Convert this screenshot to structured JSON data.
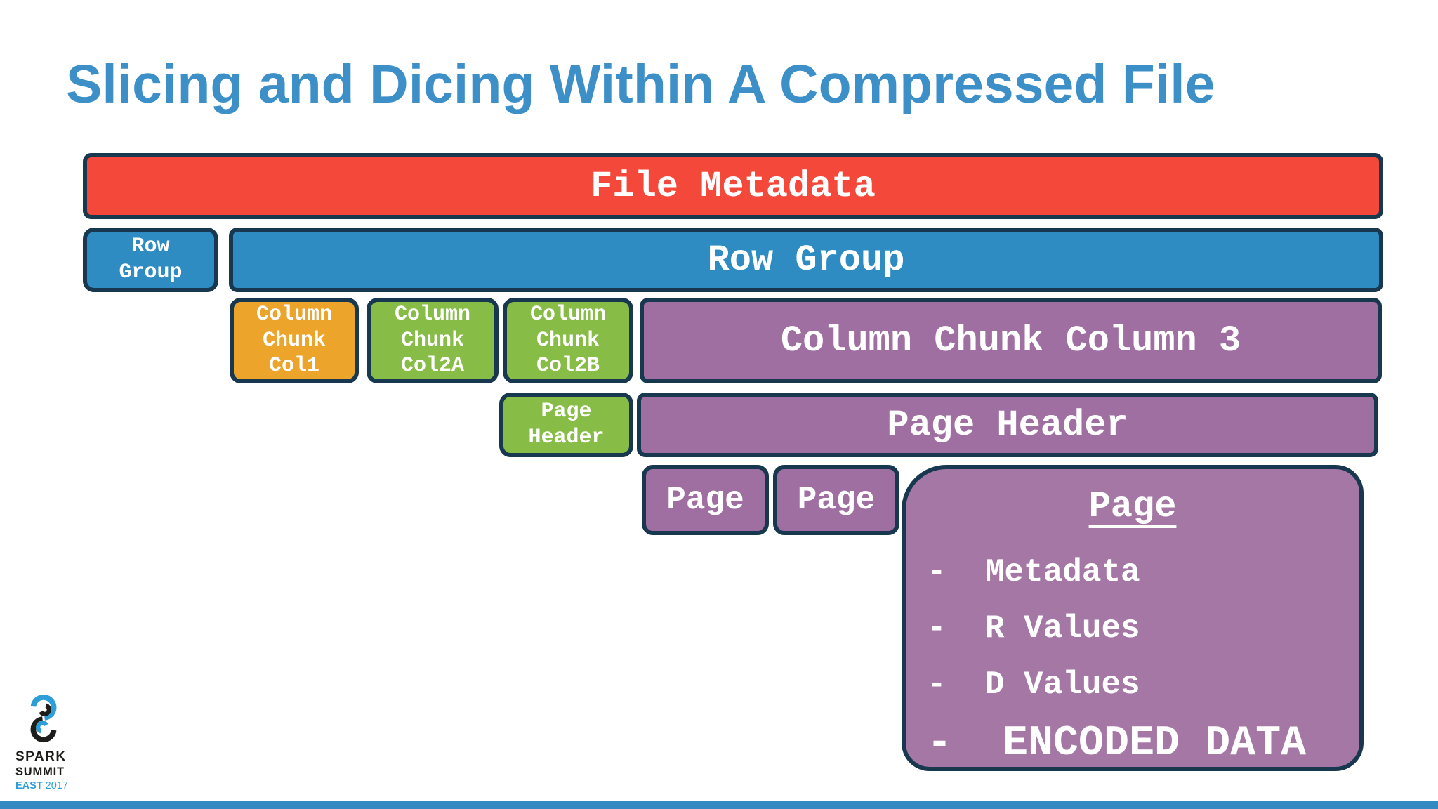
{
  "slide": {
    "title": "Slicing and Dicing Within A Compressed File"
  },
  "diagram": {
    "file_metadata": "File Metadata",
    "row_group_small": "Row\nGroup",
    "row_group": "Row Group",
    "column_chunk_col1": "Column\nChunk\nCol1",
    "column_chunk_col2a": "Column\nChunk\nCol2A",
    "column_chunk_col2b": "Column\nChunk\nCol2B",
    "column_chunk_col3": "Column Chunk Column 3",
    "page_header_small": "Page\nHeader",
    "page_header": "Page Header",
    "page_1": "Page",
    "page_2": "Page",
    "page_detail": {
      "title": "Page",
      "items": [
        "-  Metadata",
        "-  R Values",
        "-  D Values"
      ],
      "emphasis": "-  ENCODED DATA"
    }
  },
  "footer": {
    "spark": "SPARK",
    "summit": "SUMMIT",
    "east": "EAST",
    "year": "2017"
  },
  "colors": {
    "title_blue": "#3d90c7",
    "red": "#f4483a",
    "blue": "#2f8cc3",
    "orange": "#eda42a",
    "green": "#87bd46",
    "purple": "#a06fa2",
    "big_page_purple": "#a477a5",
    "box_border": "#17384e",
    "footer_bar": "#338ac3",
    "logo_blue": "#2d9fd8",
    "logo_black": "#1d1d1b"
  }
}
